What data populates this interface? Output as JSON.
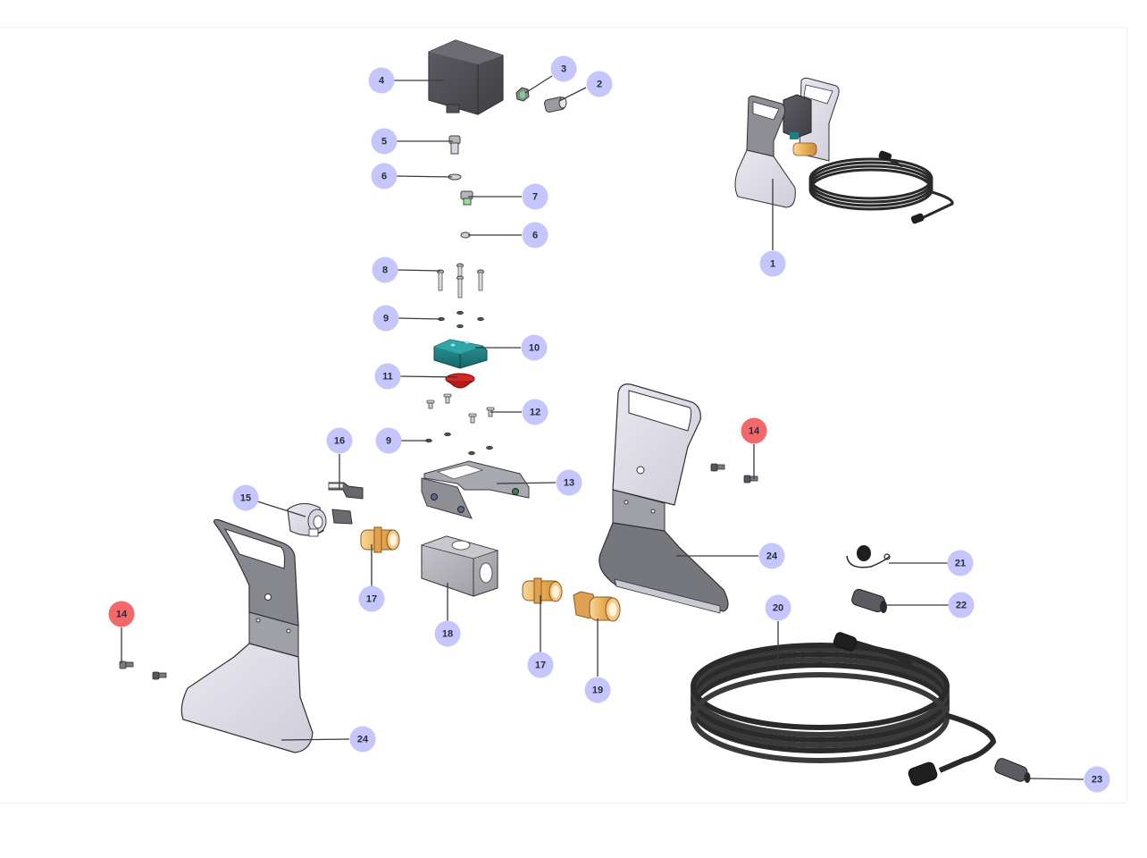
{
  "diagram": {
    "type": "exploded-parts-view",
    "colors": {
      "callout_default": "#c5c6fb",
      "callout_highlight": "#f2696b",
      "callout_text": "#2b2b3a",
      "leader_line": "#3a3a3a",
      "bracket_steel": "#8e8e95",
      "bracket_light": "#dcdbe6",
      "brass": "#e6a64a",
      "teal_block": "#1f7f82",
      "red_seal": "#c8201e",
      "cable": "#2a2a2a",
      "housing": "#505055"
    },
    "callouts": [
      {
        "id": "c1",
        "label": "1",
        "part": "complete-assembly",
        "highlight": false
      },
      {
        "id": "c2",
        "label": "2",
        "part": "cable-gland",
        "highlight": false
      },
      {
        "id": "c3",
        "label": "3",
        "part": "lock-nut",
        "highlight": false
      },
      {
        "id": "c4",
        "label": "4",
        "part": "switch-housing",
        "highlight": false
      },
      {
        "id": "c5",
        "label": "5",
        "part": "threaded-adapter",
        "highlight": false
      },
      {
        "id": "c6a",
        "label": "6",
        "part": "washer",
        "highlight": false
      },
      {
        "id": "c7",
        "label": "7",
        "part": "elbow-fitting",
        "highlight": false
      },
      {
        "id": "c6b",
        "label": "6",
        "part": "washer",
        "highlight": false
      },
      {
        "id": "c8",
        "label": "8",
        "part": "long-screws",
        "highlight": false
      },
      {
        "id": "c9a",
        "label": "9",
        "part": "washers",
        "highlight": false
      },
      {
        "id": "c10",
        "label": "10",
        "part": "sensor-block",
        "highlight": false
      },
      {
        "id": "c11",
        "label": "11",
        "part": "diaphragm-seal",
        "highlight": false
      },
      {
        "id": "c12",
        "label": "12",
        "part": "short-screws",
        "highlight": false
      },
      {
        "id": "c9b",
        "label": "9",
        "part": "washers",
        "highlight": false
      },
      {
        "id": "c13",
        "label": "13",
        "part": "mounting-bracket",
        "highlight": false
      },
      {
        "id": "c14a",
        "label": "14",
        "part": "bolt",
        "highlight": true
      },
      {
        "id": "c14b",
        "label": "14",
        "part": "bolt",
        "highlight": true
      },
      {
        "id": "c15",
        "label": "15",
        "part": "hose-clamp",
        "highlight": false
      },
      {
        "id": "c16",
        "label": "16",
        "part": "clamp-clip",
        "highlight": false
      },
      {
        "id": "c17a",
        "label": "17",
        "part": "brass-nipple",
        "highlight": false
      },
      {
        "id": "c17b",
        "label": "17",
        "part": "brass-nipple",
        "highlight": false
      },
      {
        "id": "c18",
        "label": "18",
        "part": "manifold-block",
        "highlight": false
      },
      {
        "id": "c19",
        "label": "19",
        "part": "quick-coupler",
        "highlight": false
      },
      {
        "id": "c20",
        "label": "20",
        "part": "extension-cable",
        "highlight": false
      },
      {
        "id": "c21",
        "label": "21",
        "part": "dust-cap",
        "highlight": false
      },
      {
        "id": "c22",
        "label": "22",
        "part": "connector-female",
        "highlight": false
      },
      {
        "id": "c23",
        "label": "23",
        "part": "connector-male",
        "highlight": false
      },
      {
        "id": "c24a",
        "label": "24",
        "part": "stand-plate",
        "highlight": false
      },
      {
        "id": "c24b",
        "label": "24",
        "part": "stand-plate",
        "highlight": false
      }
    ]
  }
}
